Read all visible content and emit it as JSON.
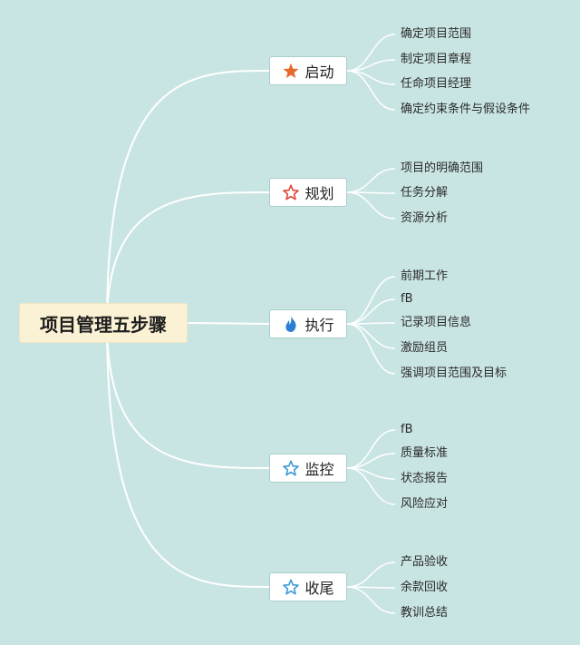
{
  "root": {
    "title": "项目管理五步骤"
  },
  "branches": [
    {
      "label": "启动",
      "icon": "filled-star-icon",
      "icon_color": "#e8692c",
      "items": [
        "确定项目范围",
        "制定项目章程",
        "任命项目经理",
        "确定约束条件与假设条件"
      ]
    },
    {
      "label": "规划",
      "icon": "outline-star-icon",
      "icon_color": "#e0463b",
      "items": [
        "项目的明确范围",
        "任务分解",
        "资源分析"
      ]
    },
    {
      "label": "执行",
      "icon": "flame-icon",
      "icon_color": "#2a7fd4",
      "items": [
        "前期工作",
        "fB",
        "记录项目信息",
        "激励组员",
        "强调项目范围及目标"
      ]
    },
    {
      "label": "监控",
      "icon": "outline-star-icon",
      "icon_color": "#3d9ad9",
      "items": [
        "fB",
        "质量标准",
        "状态报告",
        "风险应对"
      ]
    },
    {
      "label": "收尾",
      "icon": "outline-star-icon",
      "icon_color": "#3d9ad9",
      "items": [
        "产品验收",
        "余款回收",
        "教训总结"
      ]
    }
  ],
  "colors": {
    "background": "#c9e5e3",
    "connector": "#ffffff",
    "root_bg": "#fbf1d4"
  }
}
